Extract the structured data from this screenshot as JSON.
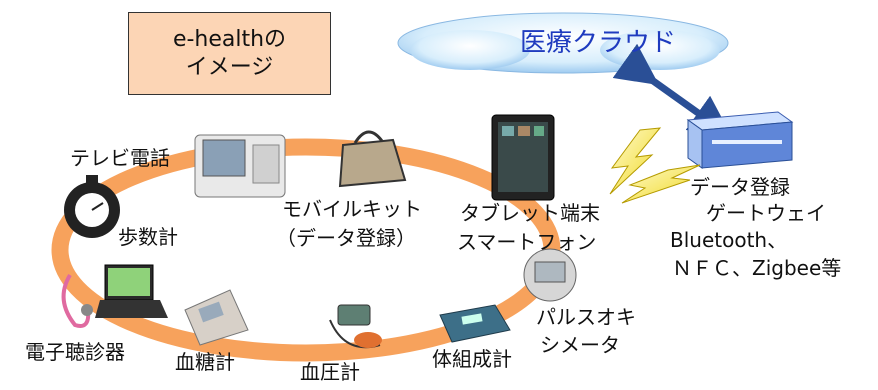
{
  "title": {
    "line1": "e-healthの",
    "line2": "イメージ"
  },
  "cloud": {
    "label": "医療クラウド"
  },
  "gateway": {
    "line1": "データ登録",
    "line2": "ゲートウェイ",
    "line3": "Bluetooth、",
    "line4": "ＮＦＣ、Zigbee等"
  },
  "devices": {
    "tv_phone": "テレビ電話",
    "pedometer": "歩数計",
    "mobile_kit_line1": "モバイルキット",
    "mobile_kit_line2": "（データ登録）",
    "tablet_line1": "タブレット端末",
    "tablet_line2": "スマートフォン",
    "pulse_line1": "パルスオキ",
    "pulse_line2": "シメータ",
    "body_comp": "体組成計",
    "bp_monitor": "血圧計",
    "glucose": "血糖計",
    "stethoscope": "電子聴診器"
  },
  "colors": {
    "ring": "#f7a25c",
    "title_bg": "#fcd5b5",
    "cloud_text": "#1f3bbf",
    "arrow": "#2a4f96",
    "bolt": "#f5e84a"
  }
}
